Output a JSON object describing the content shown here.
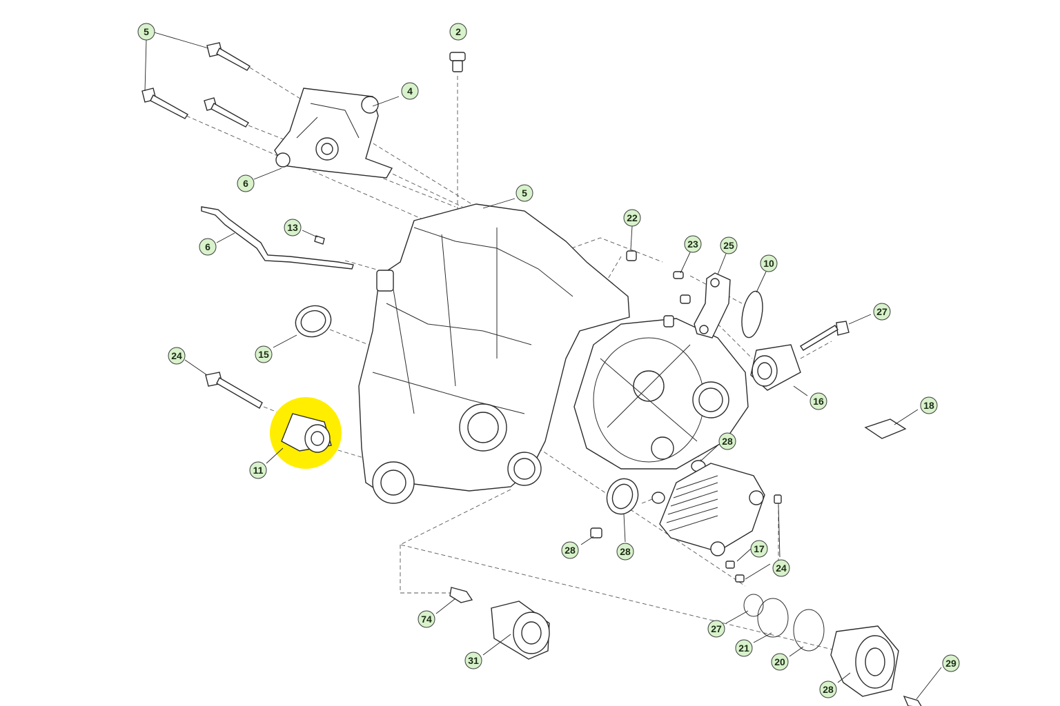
{
  "diagram": {
    "highlight_color": "#ffee00",
    "callout_fill": "#d8f2cc",
    "callouts": [
      "5",
      "2",
      "4",
      "6",
      "5",
      "6",
      "13",
      "22",
      "23",
      "25",
      "10",
      "15",
      "27",
      "24",
      "16",
      "18",
      "11",
      "28",
      "28",
      "28",
      "17",
      "24",
      "74",
      "31",
      "27",
      "21",
      "20",
      "28",
      "29"
    ]
  }
}
